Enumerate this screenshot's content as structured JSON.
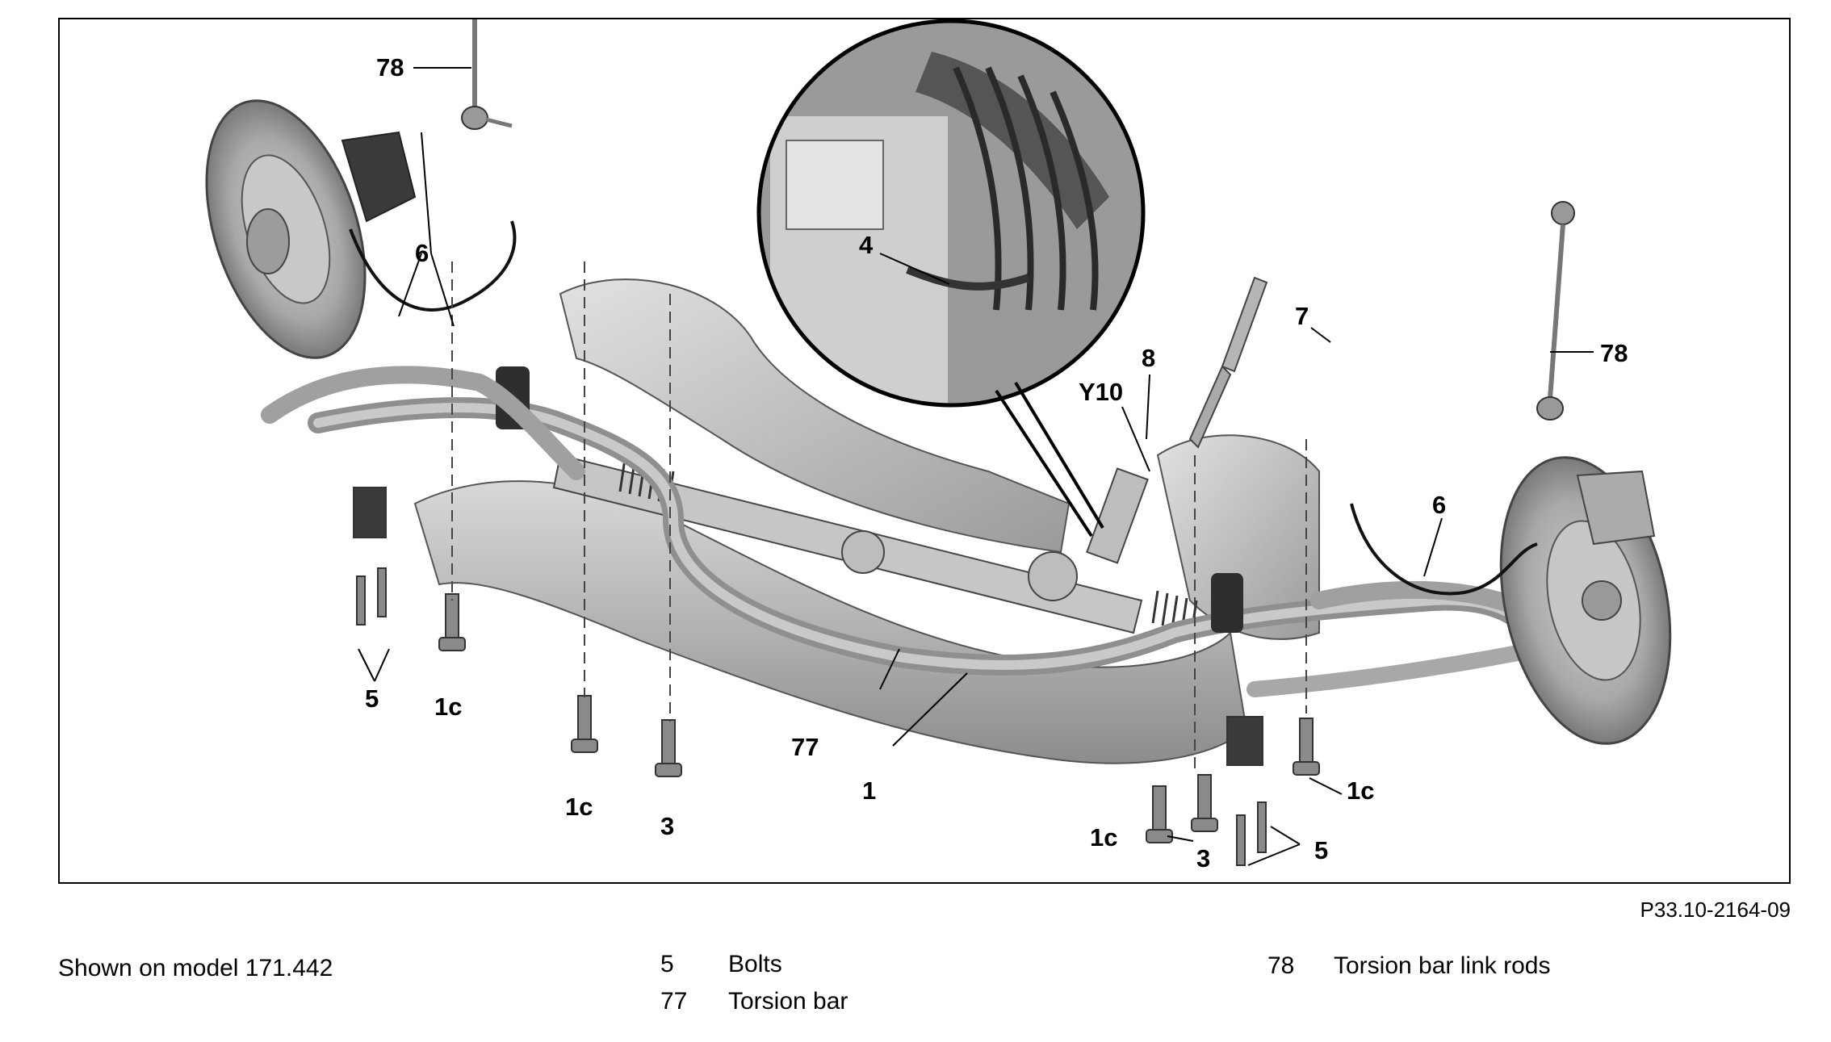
{
  "figure": {
    "code": "P33.10-2164-09",
    "callouts": {
      "c78_left": "78",
      "c6_left": "6",
      "c4": "4",
      "c7": "7",
      "c8": "8",
      "cY10": "Y10",
      "c78_right": "78",
      "c6_right": "6",
      "c5_left": "5",
      "c1c_a": "1c",
      "c1c_b": "1c",
      "c3_left": "3",
      "c77": "77",
      "c1": "1",
      "c1c_c": "1c",
      "c3_right": "3",
      "c5_right": "5",
      "c1c_d": "1c"
    }
  },
  "caption": "Shown on model 171.442",
  "legend": [
    {
      "number": "5",
      "text": "Bolts"
    },
    {
      "number": "77",
      "text": "Torsion bar"
    },
    {
      "number": "78",
      "text": "Torsion bar link rods"
    }
  ]
}
